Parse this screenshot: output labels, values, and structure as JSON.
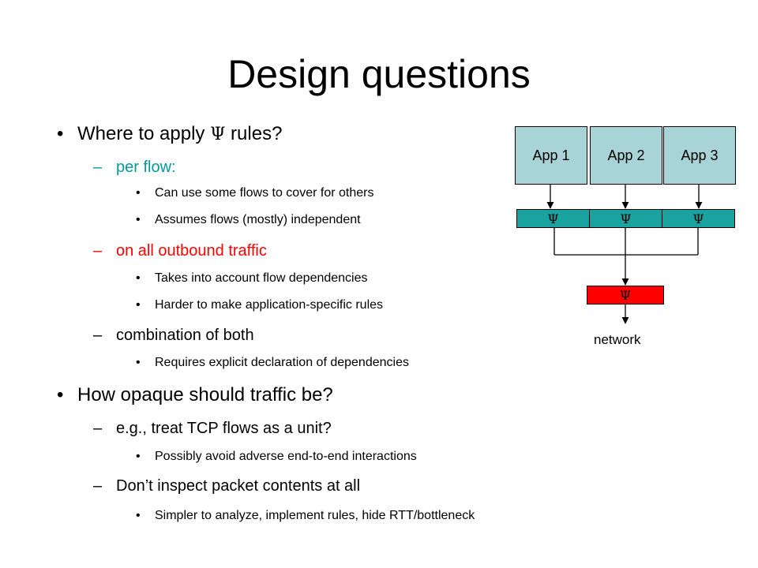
{
  "title": "Design questions",
  "bullets": {
    "q1": {
      "marker": "•",
      "pre": "Where to apply ",
      "symbol": "Ψ",
      "post": " rules?"
    },
    "per_flow": {
      "marker": "–",
      "text": "per flow:"
    },
    "per_flow_items": [
      "Can use some flows to cover for others",
      "Assumes flows (mostly) independent"
    ],
    "outbound": {
      "marker": "–",
      "text": "on all outbound traffic"
    },
    "outbound_items": [
      "Takes into account flow dependencies",
      "Harder to make application-specific rules"
    ],
    "combo": {
      "marker": "–",
      "text": "combination of both"
    },
    "combo_items": [
      "Requires explicit declaration of dependencies"
    ],
    "q2": {
      "marker": "•",
      "text": "How opaque should traffic be?"
    },
    "tcp": {
      "marker": "–",
      "text": "e.g., treat TCP flows as a unit?"
    },
    "tcp_items": [
      "Possibly avoid adverse end-to-end interactions"
    ],
    "inspect": {
      "marker": "–",
      "text": "Don’t inspect packet contents at all"
    },
    "inspect_items": [
      "Simpler to analyze, implement rules, hide RTT/bottleneck"
    ],
    "sub_marker": "•"
  },
  "diagram": {
    "apps": [
      "App 1",
      "App 2",
      "App 3"
    ],
    "psi": "Ψ",
    "network": "network"
  },
  "colors": {
    "highlight_text": "#ff0000",
    "accent_text": "#00999a",
    "app_box": "#a8d4d8",
    "psi_cell": "#1aa2a0",
    "psi_aggregate": "#ff0000"
  }
}
